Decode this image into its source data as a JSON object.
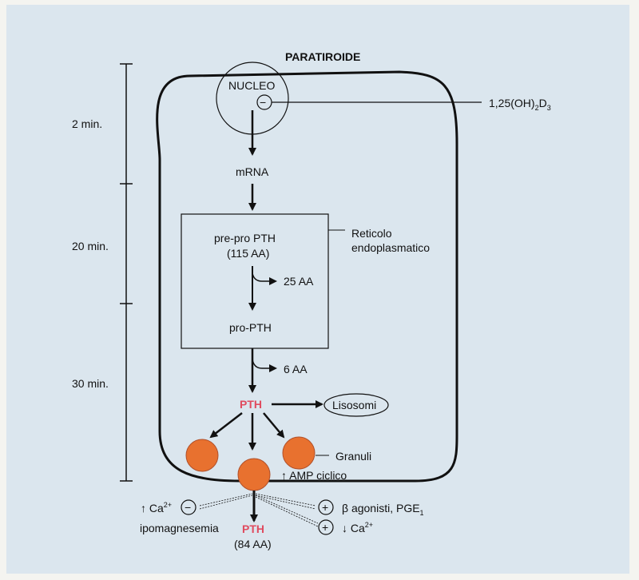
{
  "diagram": {
    "title": "PARATIROIDE",
    "nucleus": "NUCLEO",
    "vitamin_d": {
      "base": "1,25(OH)",
      "sub1": "2",
      "mid": "D",
      "sub2": "3"
    },
    "mrna": "mRNA",
    "er_box": {
      "line1": "pre-pro PTH",
      "line2": "(115 AA)",
      "cleave1": "25 AA",
      "product": "pro-PTH",
      "label_line1": "Reticolo",
      "label_line2": "endoplasmatico"
    },
    "cleave2": "6 AA",
    "pth_center": "PTH",
    "lysosomes": "Lisosomi",
    "granules": "Granuli",
    "camp": "↑ AMP ciclico",
    "inhibitors": {
      "ca": "↑ Ca",
      "ca_sup": "2+",
      "ipomag": "ipomagnesemia"
    },
    "stimulators": {
      "beta": "β agonisti, PGE",
      "beta_sub": "1",
      "ca": "↓ Ca",
      "ca_sup": "2+"
    },
    "minus_symbol": "−",
    "plus_symbol": "+",
    "pth_out": "PTH",
    "pth_out_aa": "(84 AA)",
    "timeline": [
      "2 min.",
      "20 min.",
      "30 min."
    ],
    "colors": {
      "background": "#dbe6ee",
      "granule": "#e8712f",
      "pth": "#e04b5f"
    }
  }
}
